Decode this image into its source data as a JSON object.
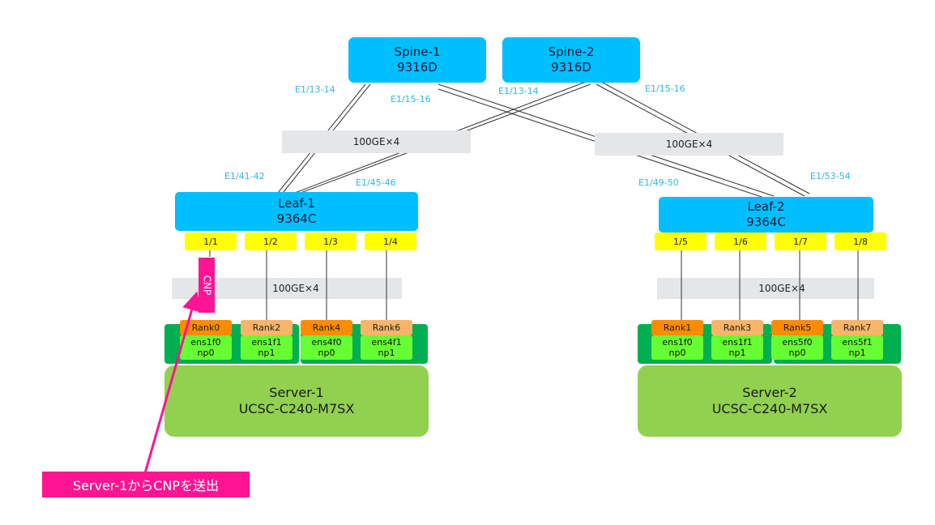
{
  "spines": [
    {
      "name": "Spine-1",
      "model": "9316D"
    },
    {
      "name": "Spine-2",
      "model": "9316D"
    }
  ],
  "leaves": [
    {
      "name": "Leaf-1",
      "model": "9364C"
    },
    {
      "name": "Leaf-2",
      "model": "9364C"
    }
  ],
  "uplink_labels": {
    "spine1_left": "E1/13-14",
    "spine1_right": "E1/15-16",
    "spine2_left": "E1/13-14",
    "spine2_right": "E1/15-16",
    "leaf1_left": "E1/41-42",
    "leaf1_right": "E1/45-46",
    "leaf2_left": "E1/49-50",
    "leaf2_right": "E1/53-54"
  },
  "bands": {
    "spine_leaf_left": "100GE×4",
    "spine_leaf_right": "100GE×4",
    "leaf_server_left": "100GE×4",
    "leaf_server_right": "100GE×4"
  },
  "leaf1_ports": [
    "1/1",
    "1/2",
    "1/3",
    "1/4"
  ],
  "leaf2_ports": [
    "1/5",
    "1/6",
    "1/7",
    "1/8"
  ],
  "server1": {
    "name": "Server-1",
    "model": "UCSC-C240-M7SX",
    "ranks": [
      "Rank0",
      "Rank2",
      "Rank4",
      "Rank6"
    ],
    "nics": [
      {
        "iface": "ens1f0",
        "np": "np0"
      },
      {
        "iface": "ens1f1",
        "np": "np1"
      },
      {
        "iface": "ens4f0",
        "np": "np0"
      },
      {
        "iface": "ens4f1",
        "np": "np1"
      }
    ]
  },
  "server2": {
    "name": "Server-2",
    "model": "UCSC-C240-M7SX",
    "ranks": [
      "Rank1",
      "Rank3",
      "Rank5",
      "Rank7"
    ],
    "nics": [
      {
        "iface": "ens1f0",
        "np": "np0"
      },
      {
        "iface": "ens1f1",
        "np": "np1"
      },
      {
        "iface": "ens5f0",
        "np": "np0"
      },
      {
        "iface": "ens5f1",
        "np": "np1"
      }
    ]
  },
  "cnp_tag": "CNP",
  "callout": "Server-1からCNPを送出",
  "colors": {
    "switch": "#00bfff",
    "port": "#ffff00",
    "nic_group": "#00b050",
    "nic": "#66ff33",
    "rank_even": "#ff8c00",
    "rank_odd": "#f8b469",
    "server": "#92d050",
    "highlight": "#ff1493",
    "label_blue": "#34b4e8",
    "band": "#e4e6e8"
  }
}
